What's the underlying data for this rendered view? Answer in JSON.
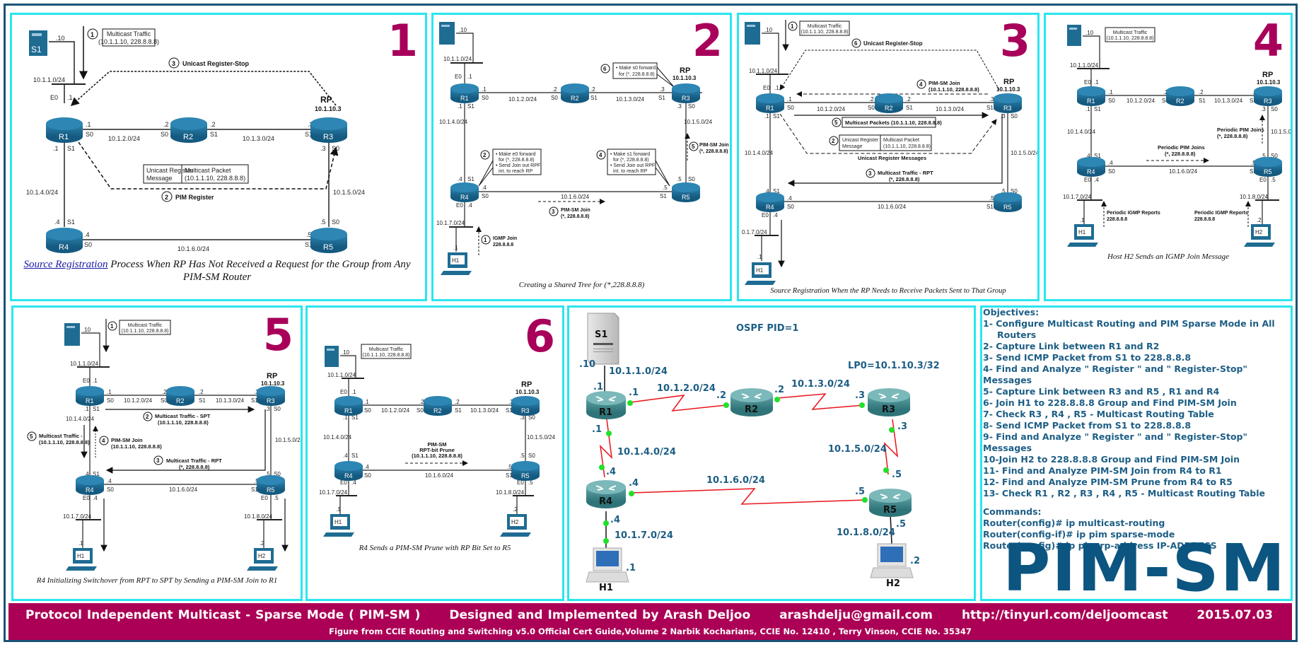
{
  "panels": [
    {
      "number": "1",
      "caption_link": "Source Registration",
      "caption_rest": " Process When RP Has Not Received a Request for the Group from Any PIM-SM Router",
      "labels": {
        "step1": "1",
        "mcast_box_l1": "Multicast Traffic",
        "mcast_box_l2": "(10.1.1.10, 228.8.8.8)",
        "step3": "3",
        "register_stop": "Unicast Register-Stop",
        "step2": "2",
        "pim_register": "PIM Register",
        "reg_msg_l1": "Unicast Register",
        "reg_msg_l2": "Message",
        "pkt_l1": "Multicast Packet",
        "pkt_l2": "(10.1.1.10, 228.8.8.8)"
      }
    },
    {
      "number": "2",
      "caption": "Creating a Shared Tree for (*,228.8.8.8)",
      "labels": {
        "step6": "6",
        "note6_l1": "• Make s0 forward",
        "note6_l2": "for (*, 228.8.8.8)",
        "step2": "2",
        "note2_l1": "• Make e0 forward",
        "note2_l2": "for (*, 228.8.8.8)",
        "note2_l3": "• Send Join out RPF",
        "note2_l4": "int. to reach RP",
        "step4": "4",
        "note4_l1": "• Make s1 forward",
        "note4_l2": "for (*, 228.8.8.8)",
        "note4_l3": "• Send Join out RPF",
        "note4_l4": "int. to reach RP",
        "step5": "5",
        "join5_l1": "PIM-SM Join",
        "join5_l2": "(*, 228.8.8.8)",
        "step3": "3",
        "join3_l1": "PIM-SM Join",
        "join3_l2": "(*, 228.8.8.8)",
        "step1": "1",
        "igmp_l1": "IGMP Join",
        "igmp_l2": "228.8.8.8"
      }
    },
    {
      "number": "3",
      "caption": "Source Registration When the RP Needs to Receive Packets Sent to That Group",
      "labels": {
        "step1": "1",
        "mcast_box_l1": "Multicast Traffic",
        "mcast_box_l2": "(10.1.1.10, 228.8.8.8)",
        "step6": "6",
        "register_stop": "Unicast Register-Stop",
        "step4": "4",
        "join_l1": "PIM-SM Join",
        "join_l2": "(10.1.1.10, 228.8.8.8)",
        "step5": "5",
        "mcast_packets": "Multicast Packets (10.1.1.10, 228.8.8.8)",
        "step2": "2",
        "reg_msg_l1": "Unicast Register",
        "reg_msg_l2": "Message",
        "pkt_l1": "Multicast Packet",
        "pkt_l2": "(10.1.1.10, 228.8.8.8)",
        "reg_messages": "Unicast Register Messages",
        "step3": "3",
        "rpt_l1": "Multicast Traffic - RPT",
        "rpt_l2": "(*, 228.8.8.8)",
        "h1_net": "0.1.7.0/24"
      }
    },
    {
      "number": "4",
      "caption": "Host H2 Sends an IGMP Join Message",
      "labels": {
        "mcast_box_l1": "Multicast Traffic",
        "mcast_box_l2": "(10.1.1.10, 228.8.8.8)",
        "pj_up_l1": "Periodic PIM Joins",
        "pj_up_l2": "(*, 228.8.8.8)",
        "pj_mid_l1": "Periodic PIM Joins",
        "pj_mid_l2": "(*, 228.8.8.8)",
        "igmp_h1_l1": "Periodic IGMP Reports",
        "igmp_h1_l2": "228.8.8.8",
        "igmp_h2_l1": "Periodic IGMP Reports",
        "igmp_h2_l2": "228.8.8.8"
      }
    },
    {
      "number": "5",
      "caption": "R4 Initializing Switchover from RPT to SPT by Sending a PIM-SM Join to R1",
      "labels": {
        "step1": "1",
        "mcast_box_l1": "Multicast Traffic",
        "mcast_box_l2": "(10.1.1.10, 228.8.8.8)",
        "step2": "2",
        "spt_l1": "Multicast Traffic - SPT",
        "spt_l2": "(10.1.1.10, 228.8.8.8)",
        "step5": "5",
        "mt5_l1": "Multicast Traffic -",
        "mt5_l2": "(10.1.1.10, 228.8.8.8)",
        "step4": "4",
        "join4_l1": "PIM-SM Join",
        "join4_l2": "(10.1.1.10, 228.8.8.8)",
        "step3": "3",
        "rpt_l1": "Multicast Traffic - RPT",
        "rpt_l2": "(*, 228.8.8.8)"
      }
    },
    {
      "number": "6",
      "caption": "R4 Sends a PIM-SM Prune with RP Bit Set to R5",
      "labels": {
        "mcast_box_l1": "Multicast Traffic",
        "mcast_box_l2": "(10.1.1.10, 228.8.8.8)",
        "prune_l1": "PIM-SM",
        "prune_l2": "RPT-bit Prune",
        "prune_l3": "(10.1.1.10, 228.8.8.8)"
      }
    }
  ],
  "common": {
    "rp": "RP",
    "rp_addr": "10.1.10.3",
    "routers": [
      "R1",
      "R2",
      "R3",
      "R4",
      "R5"
    ],
    "hosts": [
      "H1",
      "H2"
    ],
    "server": "S1",
    "server_ip": ".10",
    "nets": {
      "n1": "10.1.1.0/24",
      "n2": "10.1.2.0/24",
      "n3": "10.1.3.0/24",
      "n4": "10.1.4.0/24",
      "n5": "10.1.5.0/24",
      "n6": "10.1.6.0/24",
      "n7": "10.1.7.0/24",
      "n8": "10.1.8.0/24"
    },
    "if": {
      "e0": "E0",
      "s0": "S0",
      "s1": "S1",
      "d1": ".1",
      "d2": ".2",
      "d3": ".3",
      "d4": ".4",
      "d5": ".5"
    }
  },
  "topology": {
    "ospf": "OSPF PID=1",
    "loopback": "LP0=10.1.10.3/32",
    "nodes": {
      "s1": "S1",
      "r1": "R1",
      "r2": "R2",
      "r3": "R3",
      "r4": "R4",
      "r5": "R5",
      "h1": "H1",
      "h2": "H2"
    },
    "nets": [
      "10.1.1.0/24",
      "10.1.2.0/24",
      "10.1.3.0/24",
      "10.1.4.0/24",
      "10.1.5.0/24",
      "10.1.6.0/24",
      "10.1.7.0/24",
      "10.1.8.0/24"
    ],
    "addr": {
      "s1": ".10",
      "r1_e": ".1",
      "r1_r2": ".1",
      "r2_r1": ".2",
      "r2_r3": ".2",
      "r3_r2": ".3",
      "r1_r4": ".1",
      "r4_r1": ".4",
      "r3_r5": ".3",
      "r5_r3": ".5",
      "r4_r5": ".4",
      "r5_r4": ".5",
      "r4_h1": ".4",
      "h1": ".1",
      "r5_h2": ".5",
      "h2": ".2"
    },
    "link_color": "#e8141c",
    "dot_color": "#22e02a"
  },
  "objectives": {
    "title": "Objectives:",
    "items": [
      "1- Configure Multicast Routing and PIM Sparse Mode in All",
      "Routers",
      "2- Capture Link between R1 and R2",
      "3- Send ICMP Packet from S1 to 228.8.8.8",
      "4- Find and Analyze \" Register \" and \" Register-Stop\" Messages",
      "5- Capture Link between R3 and R5  , R1 and R4",
      "6- Join H1 to 228.8.8.8 Group and Find PIM-SM Join",
      "7- Check R3 , R4 , R5 -  Multicast Routing Table",
      "8- Send ICMP Packet from S1 to 228.8.8.8",
      "9- Find and Analyze \" Register \" and \" Register-Stop\" Messages",
      "10-Join H2 to 228.8.8.8 Group and Find PIM-SM Join",
      "11- Find and Analyze PIM-SM Join from R4 to R1",
      "12- Find and Analyze PIM-SM Prune from R4 to R5",
      "13-  Check R1 , R2 , R3 , R4 , R5 -  Multicast Routing Table"
    ],
    "commands_title": "Commands:",
    "commands": [
      "Router(config)# ip multicast-routing",
      "Router(config-if)# ip pim sparse-mode",
      "Router(config)# ip pim rp-address IP-ADDRESS"
    ],
    "big_title": "PIM-SM"
  },
  "footer": {
    "title": "Protocol Independent Multicast - Sparse Mode ( PIM-SM )",
    "designer": "Designed and Implemented by Arash Deljoo",
    "email": "arashdelju@gmail.com",
    "url": "http://tinyurl.com/deljoomcast",
    "date": "2015.07.03",
    "credit": "Figure from CCIE Routing and Switching v5.0 Official Cert Guide,Volume 2 Narbik Kocharians, CCIE No. 12410 , Terry Vinson, CCIE No. 35347"
  },
  "colors": {
    "panel_border": "#29e6ef",
    "outer_frame": "#1b5377",
    "numeral": "#a8005a",
    "footer_bg": "#ab0055",
    "router_blue": "#1e6f96",
    "objectives_text": "#1d5e85"
  }
}
